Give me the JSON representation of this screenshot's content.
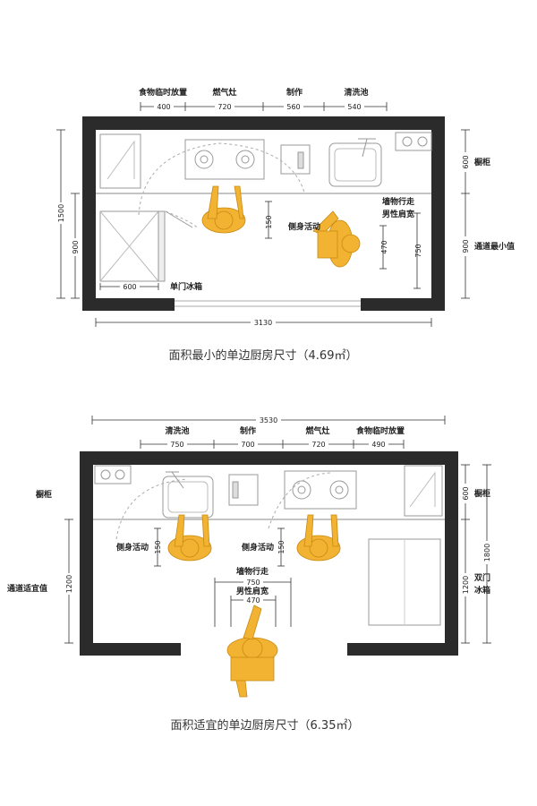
{
  "plan1": {
    "labels": {
      "food_temp": "食物临时放置",
      "stove": "燃气灶",
      "prep": "制作",
      "sink": "清洗池",
      "cabinet": "橱柜",
      "passage_min": "通道最小值",
      "side_activity": "侧身活动",
      "wall_walk": "墙物行走",
      "male_shoulder": "男性肩宽",
      "single_fridge": "单门冰箱"
    },
    "dims": {
      "d400": "400",
      "d720": "720",
      "d560": "560",
      "d540": "540",
      "d600_right": "600",
      "d900_right": "900",
      "d1500": "1500",
      "d900_left": "900",
      "d150": "150",
      "d470": "470",
      "d750": "750",
      "d600_fridge": "600",
      "d3130": "3130"
    },
    "caption": "面积最小的单边厨房尺寸（4.69㎡）"
  },
  "plan2": {
    "labels": {
      "sink": "清洗池",
      "prep": "制作",
      "stove": "燃气灶",
      "food_temp": "食物临时放置",
      "cabinet": "橱柜",
      "passage_suitable": "通道适宜值",
      "side_activity_1": "侧身活动",
      "side_activity_2": "侧身活动",
      "wall_walk": "墙物行走",
      "male_shoulder": "男性肩宽",
      "double_fridge_1": "双门",
      "double_fridge_2": "冰箱"
    },
    "dims": {
      "d3530": "3530",
      "d750": "750",
      "d700": "700",
      "d720": "720",
      "d490": "490",
      "d600_right": "600",
      "d1200_right": "1200",
      "d1800": "1800",
      "d1200_left": "1200",
      "d150_a": "150",
      "d150_b": "150",
      "d750_walk": "750",
      "d470": "470"
    },
    "caption": "面积适宜的单边厨房尺寸（6.35㎡）"
  }
}
